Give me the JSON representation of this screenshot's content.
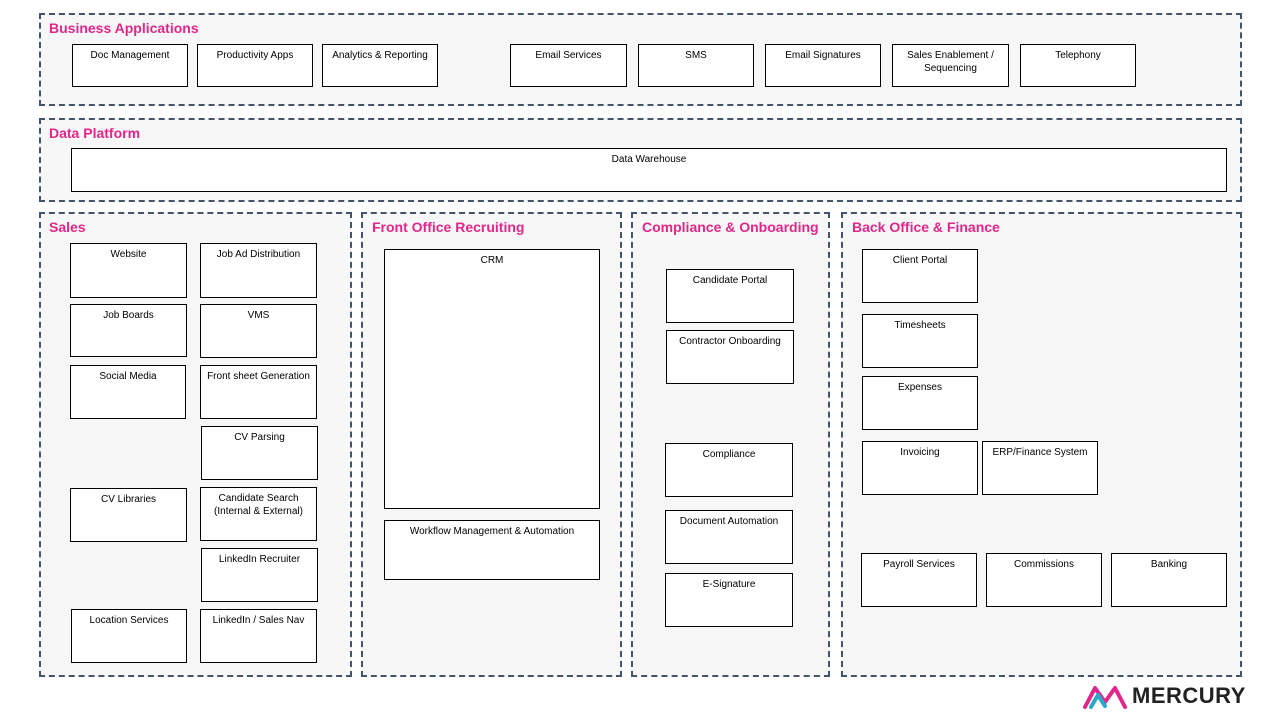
{
  "sections": {
    "business_applications": {
      "title": "Business Applications",
      "items": [
        "Doc Management",
        "Productivity Apps",
        "Analytics & Reporting",
        "Email Services",
        "SMS",
        "Email Signatures",
        "Sales Enablement /\nSequencing",
        "Telephony"
      ]
    },
    "data_platform": {
      "title": "Data Platform",
      "items": [
        "Data Warehouse"
      ]
    },
    "sales": {
      "title": "Sales",
      "items": [
        "Website",
        "Job Ad Distribution",
        "Job Boards",
        "VMS",
        "Social Media",
        "Front sheet Generation",
        "CV Parsing",
        "CV Libraries",
        "Candidate Search\n(Internal & External)",
        "LinkedIn Recruiter",
        "Location Services",
        "LinkedIn / Sales Nav"
      ]
    },
    "front_office": {
      "title": "Front Office Recruiting",
      "items": [
        "CRM",
        "Workflow Management & Automation"
      ]
    },
    "compliance": {
      "title": "Compliance & Onboarding",
      "items": [
        "Candidate Portal",
        "Contractor Onboarding",
        "Compliance",
        "Document Automation",
        "E-Signature"
      ]
    },
    "back_office": {
      "title": "Back Office & Finance",
      "items": [
        "Client Portal",
        "Timesheets",
        "Expenses",
        "Invoicing",
        "ERP/Finance System",
        "Payroll Services",
        "Commissions",
        "Banking"
      ]
    }
  },
  "logo": {
    "text": "MERCURY",
    "colors": [
      "#e2268a",
      "#7a3fb0",
      "#2aa7c9",
      "#8cc63f"
    ]
  },
  "colors": {
    "title": "#e2268a",
    "border": "#44546a",
    "section_bg": "#f7f7f7"
  }
}
